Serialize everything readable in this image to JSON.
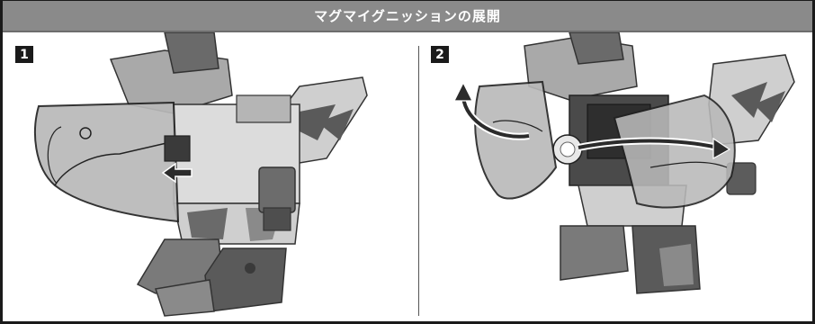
{
  "header": {
    "title": "マグマイグニッションの展開"
  },
  "steps": [
    {
      "number": "1"
    },
    {
      "number": "2"
    }
  ],
  "icons": {
    "step1_arrow": "arrow-left-icon",
    "step2_arrows": [
      "rotate-arrow-icon",
      "arrow-right-icon"
    ]
  },
  "colors": {
    "title_bar": "#8a8a8a",
    "badge": "#1a1a1a",
    "shield": "#b9b9b9",
    "robot_dark": "#4a4a4a",
    "robot_light": "#d4d4d4"
  }
}
